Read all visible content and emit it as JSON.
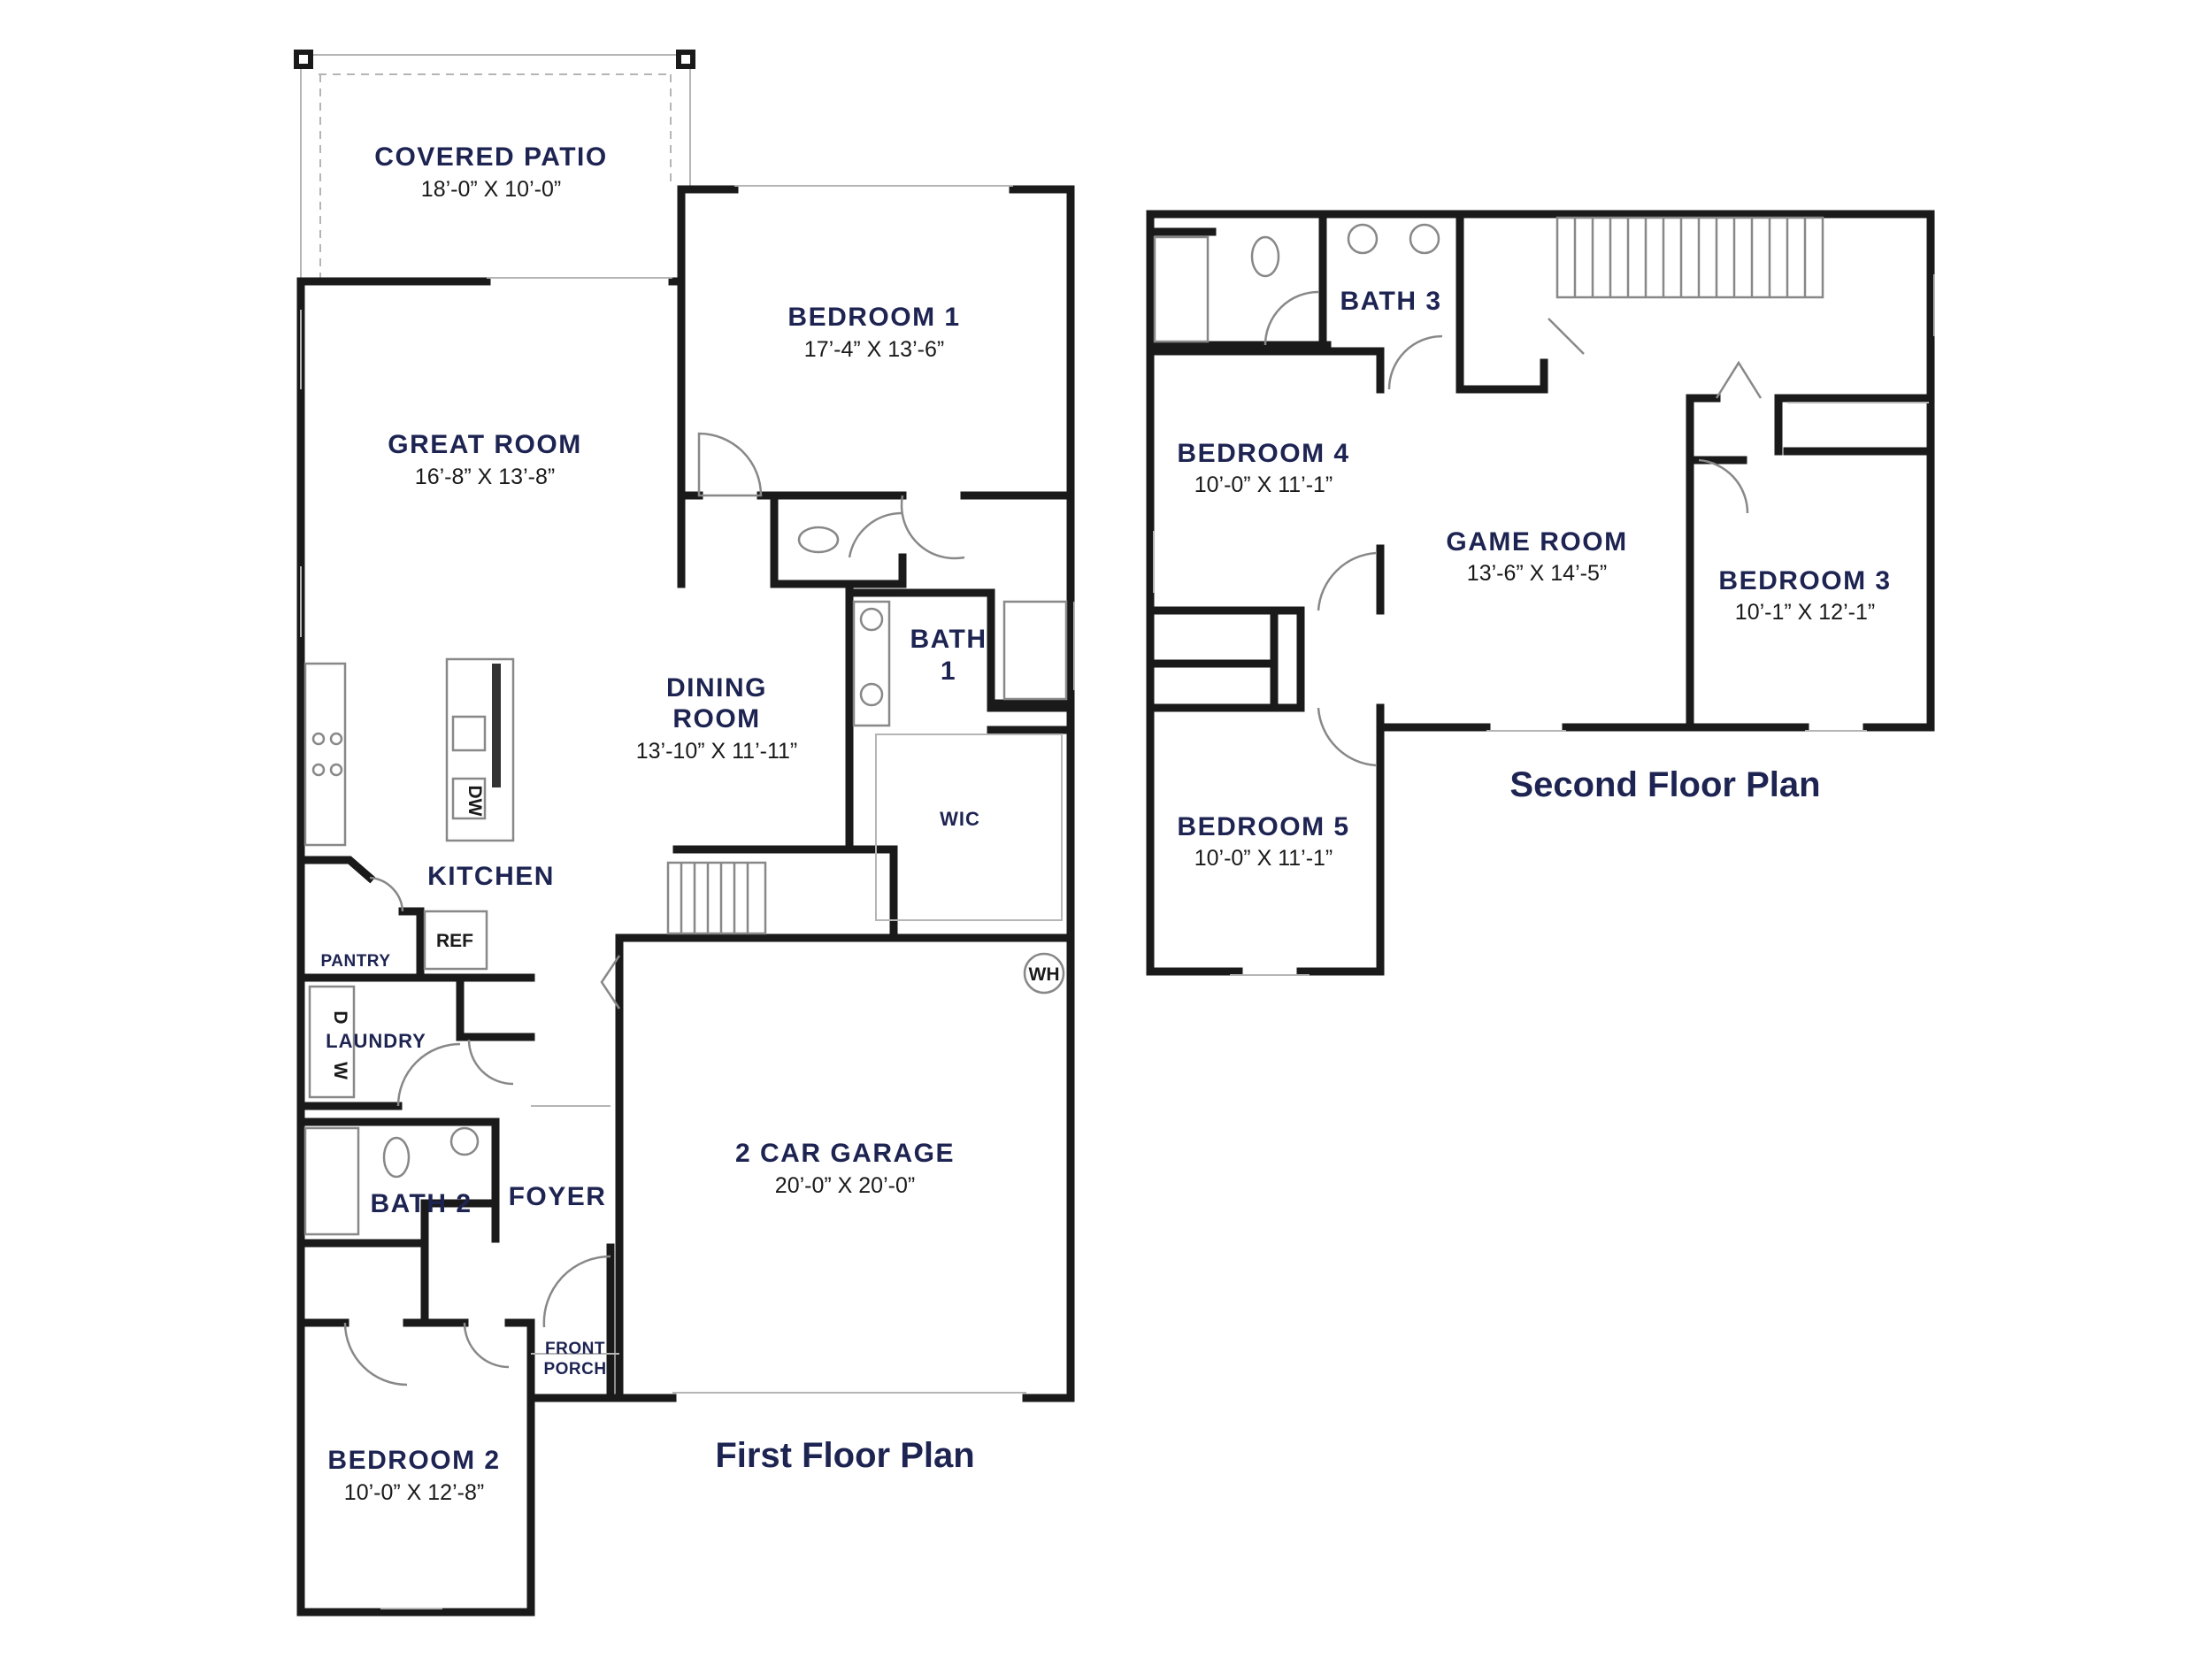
{
  "first_floor": {
    "caption": "First Floor Plan",
    "rooms": {
      "covered_patio": {
        "name": "COVERED PATIO",
        "dims": "18’-0” X 10’-0”"
      },
      "bedroom_1": {
        "name": "BEDROOM 1",
        "dims": "17’-4” X 13’-6”"
      },
      "great_room": {
        "name": "GREAT ROOM",
        "dims": "16’-8” X 13’-8”"
      },
      "dining_room": {
        "name_line1": "DINING",
        "name_line2": "ROOM",
        "dims": "13’-10” X 11’-11”"
      },
      "bath_1": {
        "name_line1": "BATH",
        "name_line2": "1"
      },
      "wic": {
        "name": "WIC"
      },
      "kitchen": {
        "name": "KITCHEN"
      },
      "pantry": {
        "name": "PANTRY"
      },
      "laundry": {
        "name": "LAUNDRY"
      },
      "bath_2": {
        "name": "BATH 2"
      },
      "foyer": {
        "name": "FOYER"
      },
      "front_porch": {
        "name_line1": "FRONT",
        "name_line2": "PORCH"
      },
      "garage": {
        "name": "2 CAR GARAGE",
        "dims": "20’-0” X 20’-0”"
      },
      "bedroom_2": {
        "name": "BEDROOM 2",
        "dims": "10’-0” X 12’-8”"
      }
    },
    "fixtures": {
      "ref": "REF",
      "dw": "DW",
      "wh": "WH",
      "washer": "W",
      "dryer": "D"
    }
  },
  "second_floor": {
    "caption": "Second Floor Plan",
    "rooms": {
      "bath_3": {
        "name": "BATH 3"
      },
      "bedroom_4": {
        "name": "BEDROOM 4",
        "dims": "10’-0” X 11’-1”"
      },
      "game_room": {
        "name": "GAME ROOM",
        "dims": "13’-6” X 14’-5”"
      },
      "bedroom_3": {
        "name": "BEDROOM 3",
        "dims": "10’-1” X 12’-1”"
      },
      "bedroom_5": {
        "name": "BEDROOM 5",
        "dims": "10’-0” X 11’-1”"
      }
    }
  },
  "colors": {
    "label": "#1e2452",
    "wall": "#1a1a1a",
    "fixture_line": "#888888"
  }
}
